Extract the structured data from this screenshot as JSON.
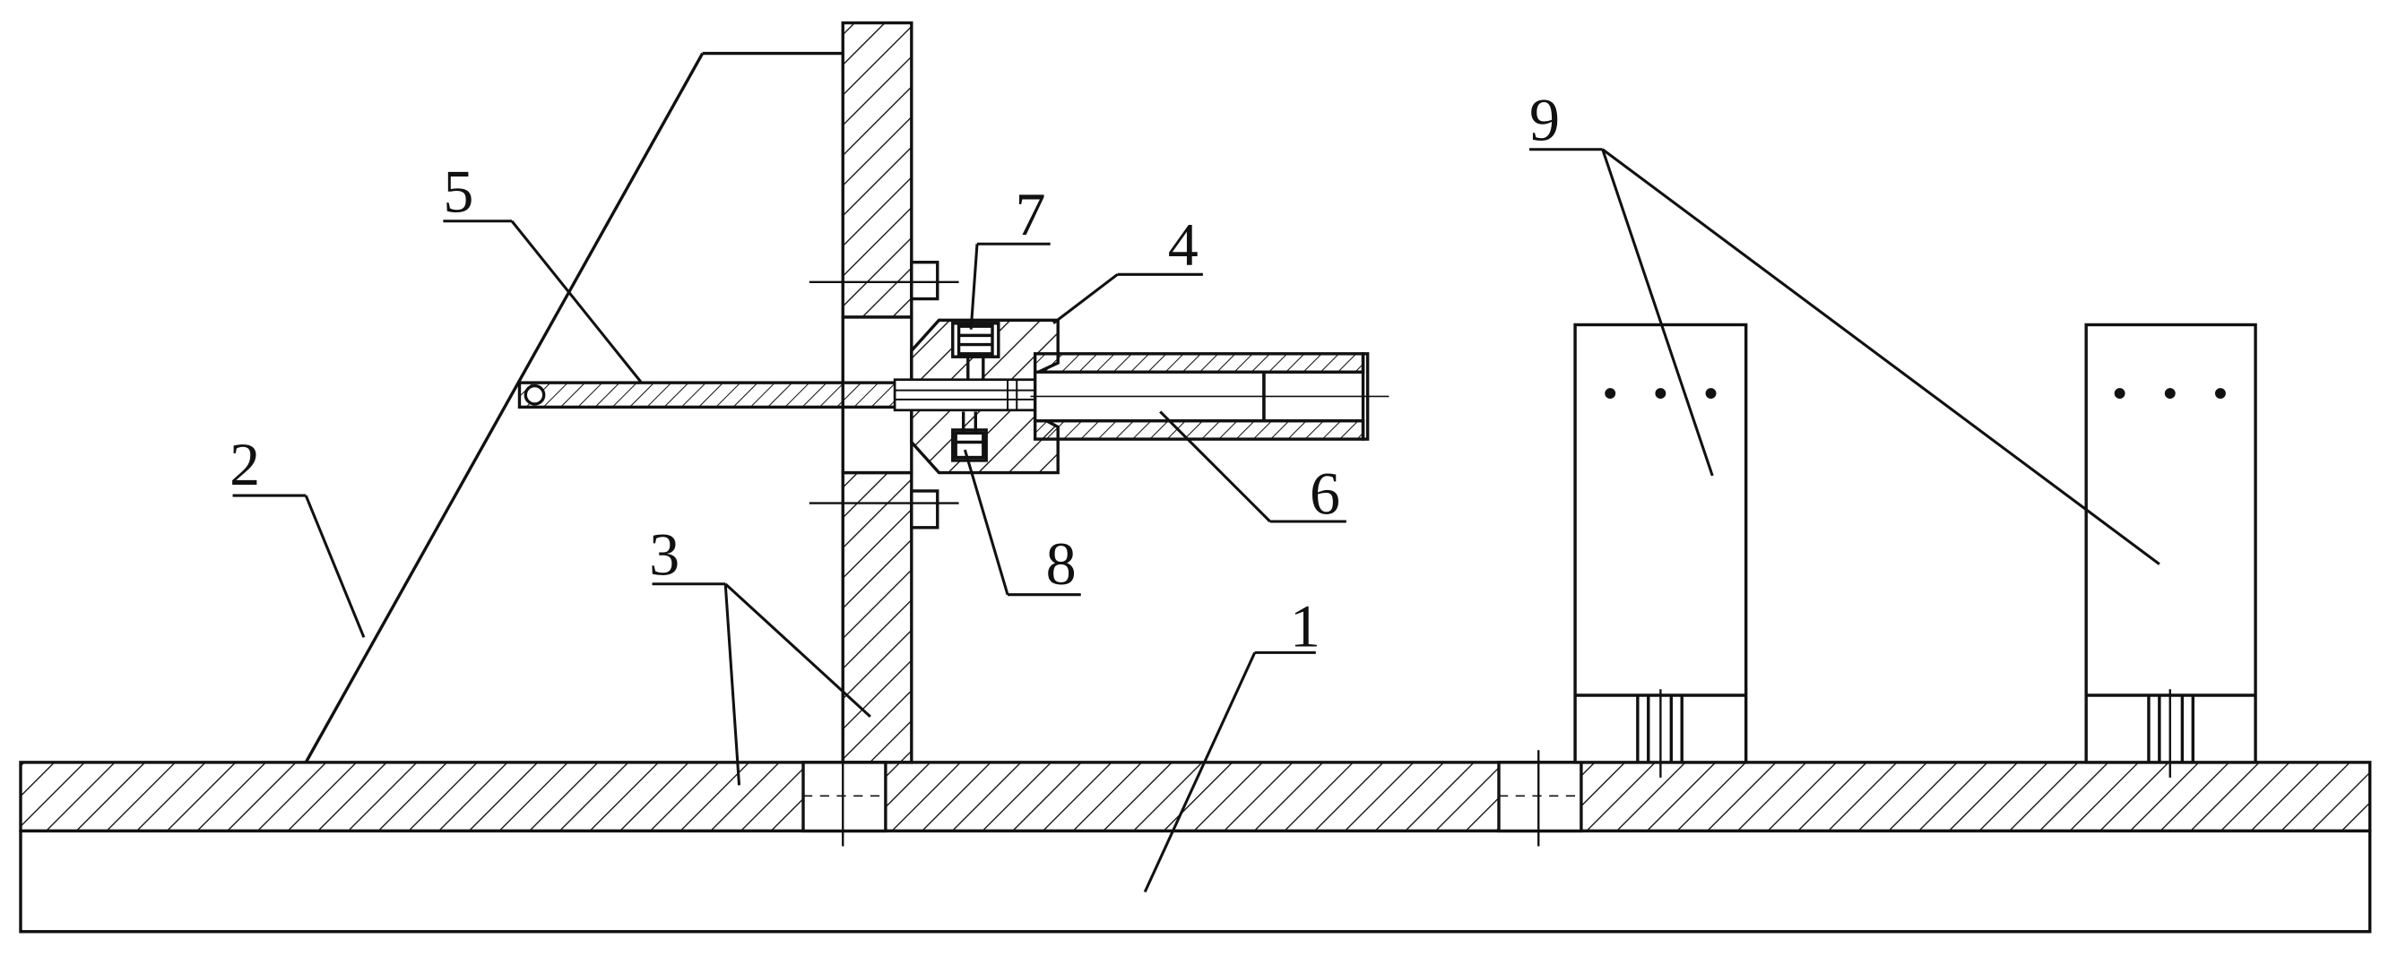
{
  "diagram": {
    "labels": {
      "l1": "1",
      "l2": "2",
      "l3": "3",
      "l4": "4",
      "l5": "5",
      "l6": "6",
      "l7": "7",
      "l8": "8",
      "l9": "9"
    },
    "colors": {
      "line": "#111111",
      "background": "#ffffff"
    }
  }
}
